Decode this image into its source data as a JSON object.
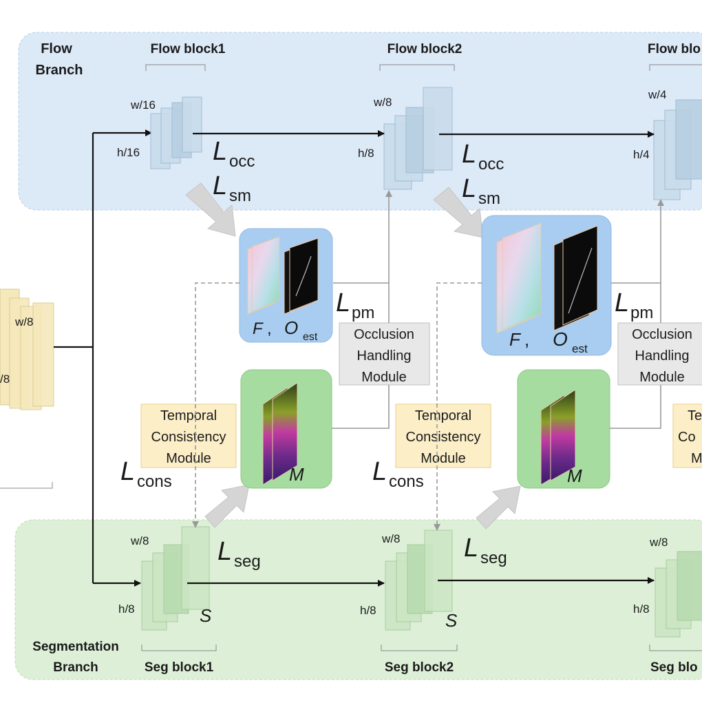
{
  "flow_branch": {
    "label_line1": "Flow",
    "label_line2": "Branch",
    "block1": "Flow block1",
    "block2": "Flow block2",
    "block3": "Flow blo",
    "dims": [
      {
        "w": "w/16",
        "h": "h/16"
      },
      {
        "w": "w/8",
        "h": "h/8"
      },
      {
        "w": "w/4",
        "h": "h/4"
      }
    ]
  },
  "seg_branch": {
    "label_line1": "Segmentation",
    "label_line2": "Branch",
    "block1": "Seg block1",
    "block2": "Seg block2",
    "block3": "Seg blo",
    "dims": [
      {
        "w": "w/8",
        "h": "h/8"
      },
      {
        "w": "w/8",
        "h": "h/8"
      },
      {
        "w": "w/8",
        "h": "h/8"
      }
    ],
    "output_symbol": "S"
  },
  "encoder": {
    "w": "w/8",
    "h": "/8"
  },
  "losses": {
    "L": "L",
    "occ": "occ",
    "sm": "sm",
    "pm": "pm",
    "cons": "cons",
    "seg": "seg"
  },
  "flow_output": {
    "F": "F",
    "comma": ",",
    "O": "O",
    "est": "est"
  },
  "mask_symbol": "M",
  "occlusion_module": {
    "line1": "Occlusion",
    "line2": "Handling",
    "line3": "Module"
  },
  "temporal_module": {
    "line1": "Temporal",
    "line2": "Consistency",
    "line3": "Module"
  },
  "temporal_module_partial": {
    "line1": "Te",
    "line2": "Co",
    "line3": "M"
  },
  "colors": {
    "flow_bg": "#dce9f7",
    "seg_bg": "#ddf0d7",
    "output_flow_bg": "#a9cdf0",
    "output_seg_bg": "#a6dca0",
    "module_occ_bg": "#e8e8e8",
    "module_temp_bg": "#fcefc8",
    "encoder_fill": "#f5e8bb",
    "block_flow_fill": "#c9dceb",
    "block_seg_fill": "#cce6c4"
  }
}
